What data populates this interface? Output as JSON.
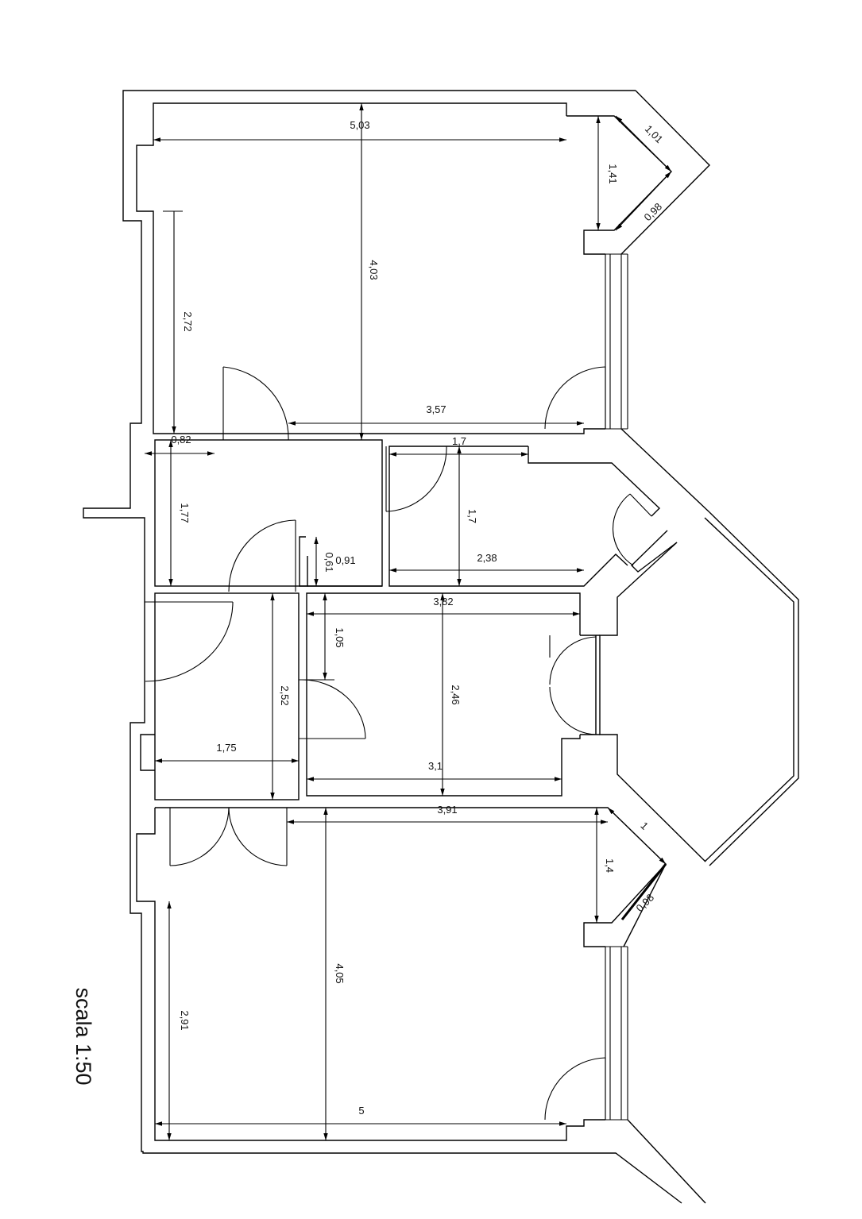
{
  "plan": {
    "scale_label": "scala 1:50",
    "dimensions": [
      {
        "id": "top-room-width",
        "label": "5,03"
      },
      {
        "id": "top-room-depth",
        "label": "4,03"
      },
      {
        "id": "top-room-left-wall",
        "label": "2,72"
      },
      {
        "id": "top-room-bottom",
        "label": "3,57"
      },
      {
        "id": "top-bay-short",
        "label": "1,41"
      },
      {
        "id": "top-bay-upper",
        "label": "1,01"
      },
      {
        "id": "top-bay-lower",
        "label": "0,98"
      },
      {
        "id": "hall-width",
        "label": "0,82"
      },
      {
        "id": "hall-depth",
        "label": "1,77"
      },
      {
        "id": "closet-depth",
        "label": "0,61"
      },
      {
        "id": "closet-width",
        "label": "0,91"
      },
      {
        "id": "bath-width",
        "label": "1,7"
      },
      {
        "id": "bath-depth",
        "label": "1,7"
      },
      {
        "id": "bath-bottom",
        "label": "2,38"
      },
      {
        "id": "kitchen-top",
        "label": "3,82"
      },
      {
        "id": "kitchen-entry",
        "label": "1,05"
      },
      {
        "id": "kitchen-depth",
        "label": "2,46"
      },
      {
        "id": "kitchen-bottom",
        "label": "3,1"
      },
      {
        "id": "corridor-depth",
        "label": "2,52"
      },
      {
        "id": "corridor-width",
        "label": "1,75"
      },
      {
        "id": "bottom-room-top",
        "label": "3,91"
      },
      {
        "id": "bottom-bay-short",
        "label": "1,4"
      },
      {
        "id": "bottom-bay-upper",
        "label": "1"
      },
      {
        "id": "bottom-bay-lower",
        "label": "0,98"
      },
      {
        "id": "bottom-room-depth",
        "label": "4,05"
      },
      {
        "id": "bottom-room-left-wall",
        "label": "2,91"
      },
      {
        "id": "bottom-room-width",
        "label": "5"
      }
    ]
  }
}
